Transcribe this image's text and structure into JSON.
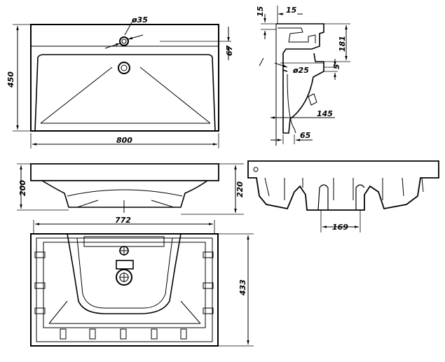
{
  "dimensions": {
    "top_hole_diameter": "ø35",
    "top_width": "800",
    "top_depth": "450",
    "top_hole_offset": "67",
    "side_lip": "15",
    "side_top": "15",
    "side_height": "181",
    "side_drain_diameter": "ø25",
    "side_drain_offset": "5",
    "side_bottom": "145",
    "side_base": "65",
    "front_height_left": "200",
    "front_height_right": "220",
    "section_width": "169",
    "bottom_width": "772",
    "bottom_depth": "433"
  }
}
